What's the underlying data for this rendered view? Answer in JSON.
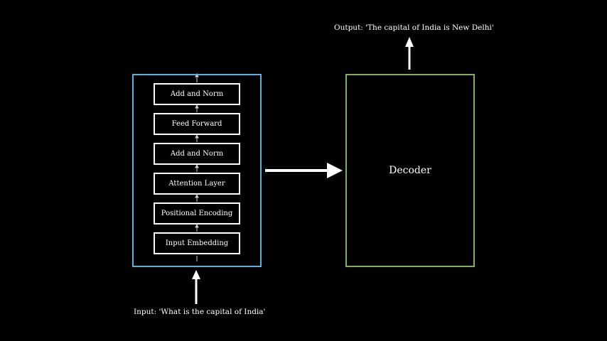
{
  "output_label": "Output: 'The capital of India is New Delhi'",
  "input_label": "Input: 'What is the capital of India'",
  "encoder": {
    "layers": [
      "Add and Norm",
      "Feed Forward",
      "Add and Norm",
      "Attention Layer",
      "Positional Encoding",
      "Input Embedding"
    ]
  },
  "decoder": {
    "label": "Decoder"
  },
  "colors": {
    "background": "#000000",
    "encoder_border": "#58b3dc",
    "decoder_border": "#7fb35a",
    "foreground": "#ffffff"
  }
}
